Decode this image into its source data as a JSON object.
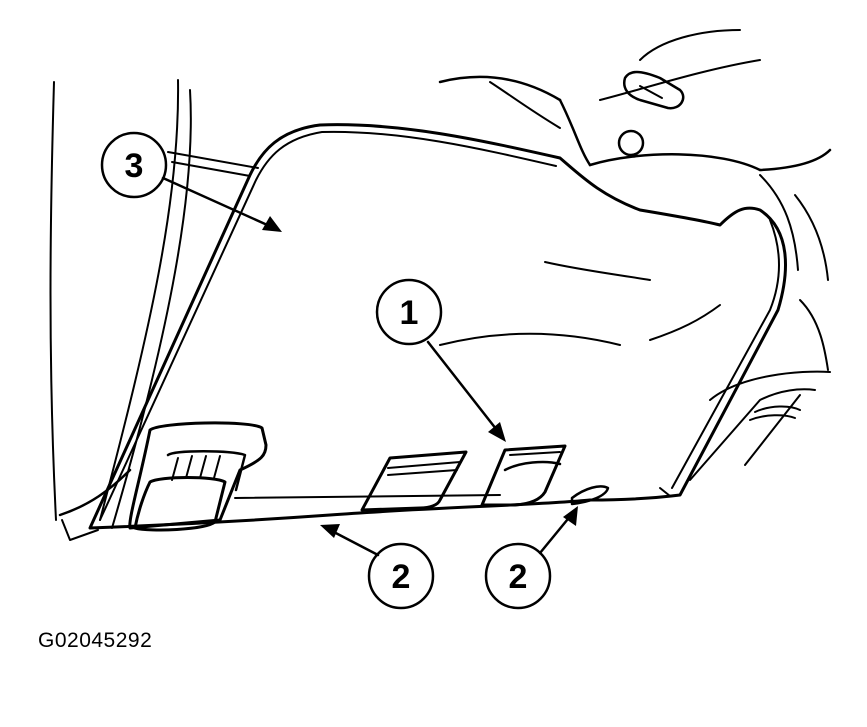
{
  "callouts": [
    {
      "id": "callout-3",
      "label": "3"
    },
    {
      "id": "callout-1",
      "label": "1"
    },
    {
      "id": "callout-2a",
      "label": "2"
    },
    {
      "id": "callout-2b",
      "label": "2"
    }
  ],
  "figure_code": "G02045292",
  "colors": {
    "line": "#000000",
    "background": "#ffffff"
  }
}
